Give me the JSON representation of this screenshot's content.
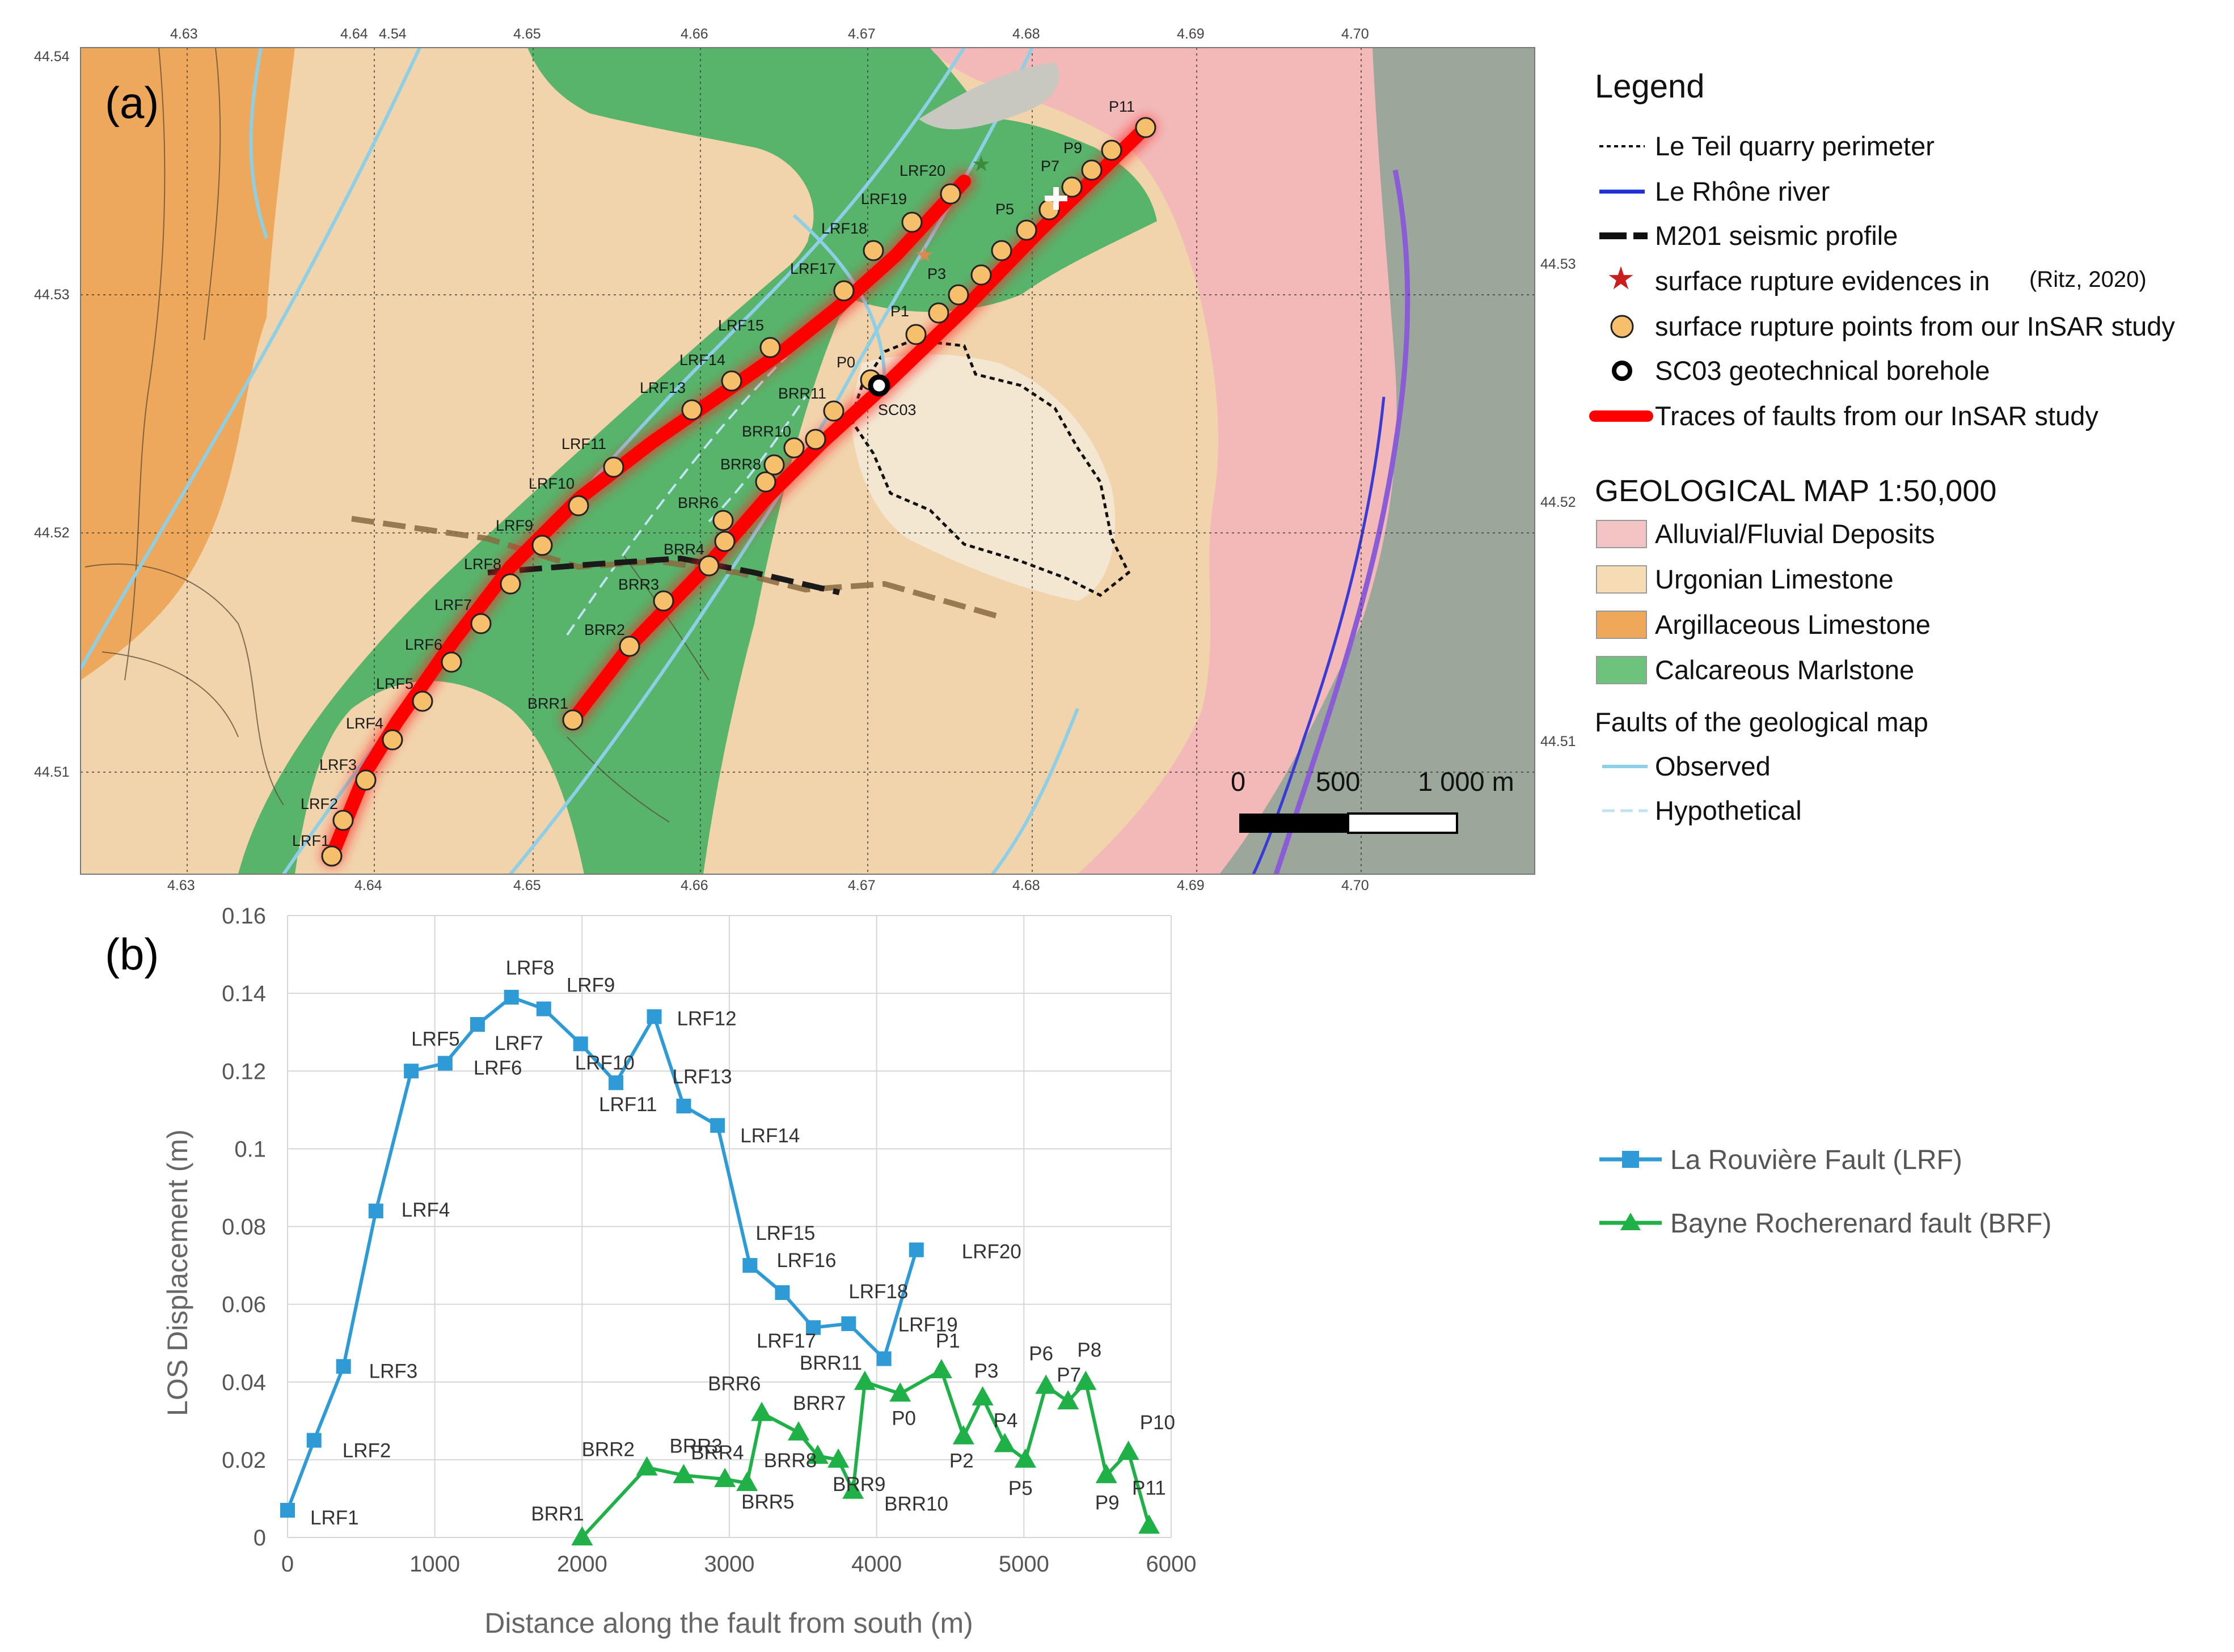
{
  "panel_a": {
    "label": "(a)",
    "lon_ticks_top": [
      "4.63",
      "4.64",
      "4.54",
      "4.65",
      "4.66",
      "4.67",
      "4.68",
      "4.69",
      "4.70"
    ],
    "lon_ticks_bottom": [
      "4.63",
      "4.64",
      "4.65",
      "4.66",
      "4.67",
      "4.68",
      "4.69",
      "4.70"
    ],
    "lat_ticks_left": [
      "44.54",
      "44.53",
      "44.52",
      "44.51"
    ],
    "lat_ticks_right": [
      "44.53",
      "44.52",
      "44.51"
    ],
    "lrf_points": [
      "LRF1",
      "LRF2",
      "LRF3",
      "LRF4",
      "LRF5",
      "LRF6",
      "LRF7",
      "LRF8",
      "LRF9",
      "LRF10",
      "LRF11",
      "LRF13",
      "LRF14",
      "LRF15",
      "LRF17",
      "LRF18",
      "LRF19",
      "LRF20"
    ],
    "brr_points": [
      "BRR1",
      "BRR2",
      "BRR3",
      "BRR4",
      "BRR6",
      "BRR8",
      "BRR10",
      "BRR11",
      "P0",
      "P1",
      "P3",
      "P5",
      "P7",
      "P9",
      "P11"
    ],
    "borehole_label": "SC03",
    "scale_bar": {
      "ticks": [
        "0",
        "500",
        "1 000 m"
      ]
    },
    "legend": {
      "title": "Legend",
      "items": [
        "Le Teil quarry perimeter",
        "Le Rhône river",
        "M201 seismic profile",
        "surface rupture evidences in",
        "surface rupture points from our InSAR study",
        "SC03 geotechnical borehole",
        "Traces of faults from our InSAR study"
      ],
      "ritz_ref": "(Ritz, 2020)",
      "geo_title": "GEOLOGICAL MAP 1:50,000",
      "geo_items": [
        "Alluvial/Fluvial Deposits",
        "Urgonian Limestone",
        "Argillaceous Limestone",
        "Calcareous Marlstone"
      ],
      "geo_colors": [
        "#f4c4c4",
        "#f6dcb4",
        "#efa85a",
        "#6dc27c"
      ],
      "faults_title": "Faults of the geological map",
      "fault_items": [
        "Observed",
        "Hypothetical"
      ]
    }
  },
  "chart_data": {
    "type": "line",
    "panel_label": "(b)",
    "xlabel": "Distance along the fault from south (m)",
    "ylabel": "LOS Displacement  (m)",
    "xlim": [
      0,
      6000
    ],
    "ylim": [
      0,
      0.16
    ],
    "x_ticks": [
      0,
      1000,
      2000,
      3000,
      4000,
      5000,
      6000
    ],
    "y_ticks": [
      "0",
      "0.02",
      "0.04",
      "0.06",
      "0.08",
      "0.1",
      "0.12",
      "0.14",
      "0.16"
    ],
    "grid": true,
    "legend_placement": "right",
    "series": [
      {
        "name": "La Rouvière Fault (LRF)",
        "color": "#2f9bd6",
        "marker": "square",
        "labels": [
          "LRF1",
          "LRF2",
          "LRF3",
          "LRF4",
          "LRF5",
          "LRF6",
          "LRF7",
          "LRF8",
          "LRF9",
          "LRF10",
          "LRF11",
          "LRF12",
          "LRF13",
          "LRF14",
          "LRF15",
          "LRF16",
          "LRF17",
          "LRF18",
          "LRF19",
          "LRF20"
        ],
        "x": [
          0,
          180,
          380,
          600,
          840,
          1070,
          1290,
          1520,
          1740,
          1990,
          2230,
          2490,
          2690,
          2920,
          3140,
          3360,
          3570,
          3810,
          4050,
          4270
        ],
        "y": [
          0.007,
          0.025,
          0.044,
          0.084,
          0.12,
          0.122,
          0.132,
          0.139,
          0.136,
          0.127,
          0.117,
          0.134,
          0.111,
          0.106,
          0.07,
          0.063,
          0.054,
          0.055,
          0.046,
          0.074
        ]
      },
      {
        "name": "Bayne Rocherenard fault (BRF)",
        "color": "#1fb047",
        "marker": "triangle",
        "labels": [
          "BRR1",
          "BRR2",
          "BRR3",
          "BRR4",
          "BRR5",
          "BRR6",
          "BRR7",
          "BRR8",
          "BRR9",
          "BRR10",
          "BRR11",
          "P0",
          "P1",
          "P2",
          "P3",
          "P4",
          "P5",
          "P6",
          "P7",
          "P8",
          "P9",
          "P10",
          "P11"
        ],
        "x": [
          2000,
          2440,
          2690,
          2970,
          3120,
          3220,
          3470,
          3600,
          3740,
          3840,
          3920,
          4160,
          4440,
          4590,
          4720,
          4870,
          5010,
          5150,
          5300,
          5420,
          5560,
          5710,
          5850
        ],
        "y": [
          0.0,
          0.018,
          0.016,
          0.015,
          0.014,
          0.032,
          0.027,
          0.021,
          0.02,
          0.012,
          0.04,
          0.037,
          0.043,
          0.026,
          0.036,
          0.024,
          0.02,
          0.039,
          0.035,
          0.04,
          0.016,
          0.022,
          0.003
        ]
      }
    ]
  }
}
